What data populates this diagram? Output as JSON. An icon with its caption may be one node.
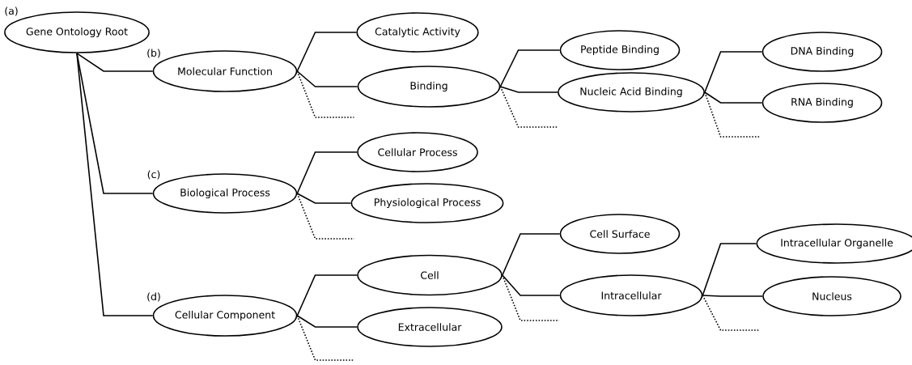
{
  "diagram": {
    "nodes": [
      {
        "text": [
          "Gene Ontology Root"
        ],
        "beside": [
          "(a)"
        ]
      },
      {
        "text": [
          "Molecular Function"
        ],
        "beside": [
          "(b)"
        ]
      },
      {
        "text": [
          "Catalytic Activity"
        ]
      },
      {
        "text": [
          "Binding"
        ]
      },
      {
        "text": [
          "Peptide Binding"
        ]
      },
      {
        "text": [
          "Nucleic Acid Binding"
        ]
      },
      {
        "text": [
          "DNA Binding"
        ]
      },
      {
        "text": [
          "RNA Binding"
        ]
      },
      {
        "text": [
          "Biological Process"
        ],
        "beside": [
          "(c)"
        ]
      },
      {
        "text": [
          "Cellular Process"
        ]
      },
      {
        "text": [
          "Physiological Process"
        ]
      },
      {
        "text": [
          "Cellular Component"
        ],
        "beside": [
          "(d)"
        ]
      },
      {
        "text": [
          "Cell"
        ]
      },
      {
        "text": [
          "Extracellular"
        ]
      },
      {
        "text": [
          "Cell Surface"
        ]
      },
      {
        "text": [
          "Intracellular"
        ]
      },
      {
        "text": [
          "Intracellular Organelle"
        ]
      },
      {
        "text": [
          "Nucleus"
        ]
      }
    ],
    "edges": [
      {
        "from": 0,
        "to": 1,
        "arrow": "none"
      },
      {
        "from": 0,
        "to": 8,
        "arrow": "none"
      },
      {
        "from": 0,
        "to": 11,
        "arrow": "none"
      },
      {
        "from": 1,
        "to": 2,
        "arrow": "none"
      },
      {
        "from": 1,
        "to": 3,
        "arrow": "none"
      },
      {
        "from": 1,
        "to": null,
        "arrow": "none",
        "style": "dashed"
      },
      {
        "from": 3,
        "to": 4,
        "arrow": "none"
      },
      {
        "from": 3,
        "to": 5,
        "arrow": "none"
      },
      {
        "from": 3,
        "to": null,
        "arrow": "none",
        "style": "dashed"
      },
      {
        "from": 5,
        "to": 6,
        "arrow": "none"
      },
      {
        "from": 5,
        "to": 7,
        "arrow": "none"
      },
      {
        "from": 5,
        "to": null,
        "arrow": "none",
        "style": "dashed"
      },
      {
        "from": 8,
        "to": 9,
        "arrow": "none"
      },
      {
        "from": 8,
        "to": 10,
        "arrow": "none"
      },
      {
        "from": 8,
        "to": null,
        "arrow": "none",
        "style": "dashed"
      },
      {
        "from": 11,
        "to": 12,
        "arrow": "none"
      },
      {
        "from": 11,
        "to": 13,
        "arrow": "none"
      },
      {
        "from": 11,
        "to": null,
        "arrow": "none",
        "style": "dashed"
      },
      {
        "from": 12,
        "to": 14,
        "arrow": "none"
      },
      {
        "from": 12,
        "to": 15,
        "arrow": "none"
      },
      {
        "from": 12,
        "to": null,
        "arrow": "none",
        "style": "dashed"
      },
      {
        "from": 15,
        "to": 16,
        "arrow": "none"
      },
      {
        "from": 15,
        "to": 17,
        "arrow": "none"
      },
      {
        "from": 15,
        "to": null,
        "arrow": "none",
        "style": "dashed"
      }
    ]
  }
}
